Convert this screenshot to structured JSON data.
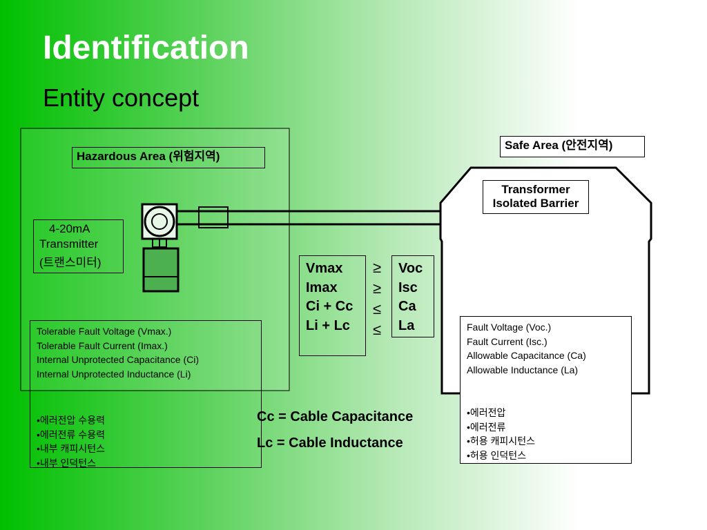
{
  "slide": {
    "title": "Identification",
    "subtitle": "Entity concept"
  },
  "hazardous": {
    "label": "Hazardous  Area (위험지역)",
    "transmitter_lines": [
      "4-20mA",
      "Transmitter",
      "(트랜스미터)"
    ],
    "params_en": [
      "Tolerable Fault Voltage (Vmax.)",
      "Tolerable Fault Current (Imax.)",
      "Internal Unprotected Capacitance (Ci)",
      "Internal Unprotected Inductance (Li)"
    ],
    "params_ko": [
      "•에러전압 수용력",
      "•에러전류 수용력",
      "•내부 캐피시턴스",
      "•내부 인덕턴스"
    ]
  },
  "safe": {
    "label": "Safe Area (안전지역)",
    "barrier_lines": [
      "Transformer",
      "Isolated Barrier"
    ],
    "params_en": [
      "Fault Voltage (Voc.)",
      "Fault Current (Isc.)",
      "Allowable Capacitance (Ca)",
      "Allowable Inductance (La)"
    ],
    "params_ko": [
      "•에러전압",
      "•에러전류",
      "•허용 캐피시턴스",
      "•허용 인덕턴스"
    ]
  },
  "comparison": {
    "left": [
      "Vmax",
      "Imax",
      "Ci + Cc",
      "Li + Lc"
    ],
    "operators": [
      "≥",
      "≥",
      "≤",
      "≤"
    ],
    "right": [
      "Voc",
      "Isc",
      "Ca",
      "La"
    ]
  },
  "notes": {
    "cable_capacitance": "Cc = Cable Capacitance",
    "cable_inductance": "Lc = Cable Inductance"
  },
  "colors": {
    "gradient_start": "#00c000",
    "gradient_end": "#ffffff",
    "title": "#ffffff"
  }
}
